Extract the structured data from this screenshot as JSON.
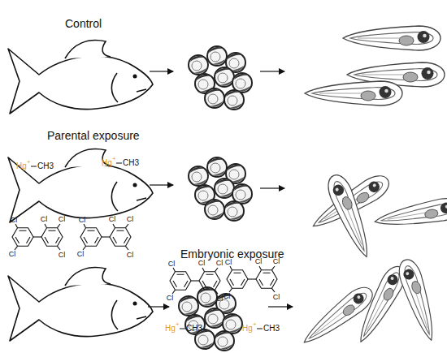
{
  "diagram": {
    "labels": [
      "Control",
      "Parental exposure",
      "Hg",
      "+",
      "CH3",
      "Hg",
      "+",
      "CH3",
      "Cl",
      "Cl",
      "Cl",
      "Cl",
      "Cl",
      "Cl",
      "Cl",
      "Cl",
      "Cl",
      "Cl",
      "Embryonic exposure",
      "Cl",
      "Cl",
      "Cl",
      "Cl",
      "Cl",
      "Cl",
      "Cl",
      "Cl",
      "Cl",
      "Cl",
      "Hg",
      "+",
      "CH3",
      "Hg",
      "+",
      "CH3"
    ]
  }
}
